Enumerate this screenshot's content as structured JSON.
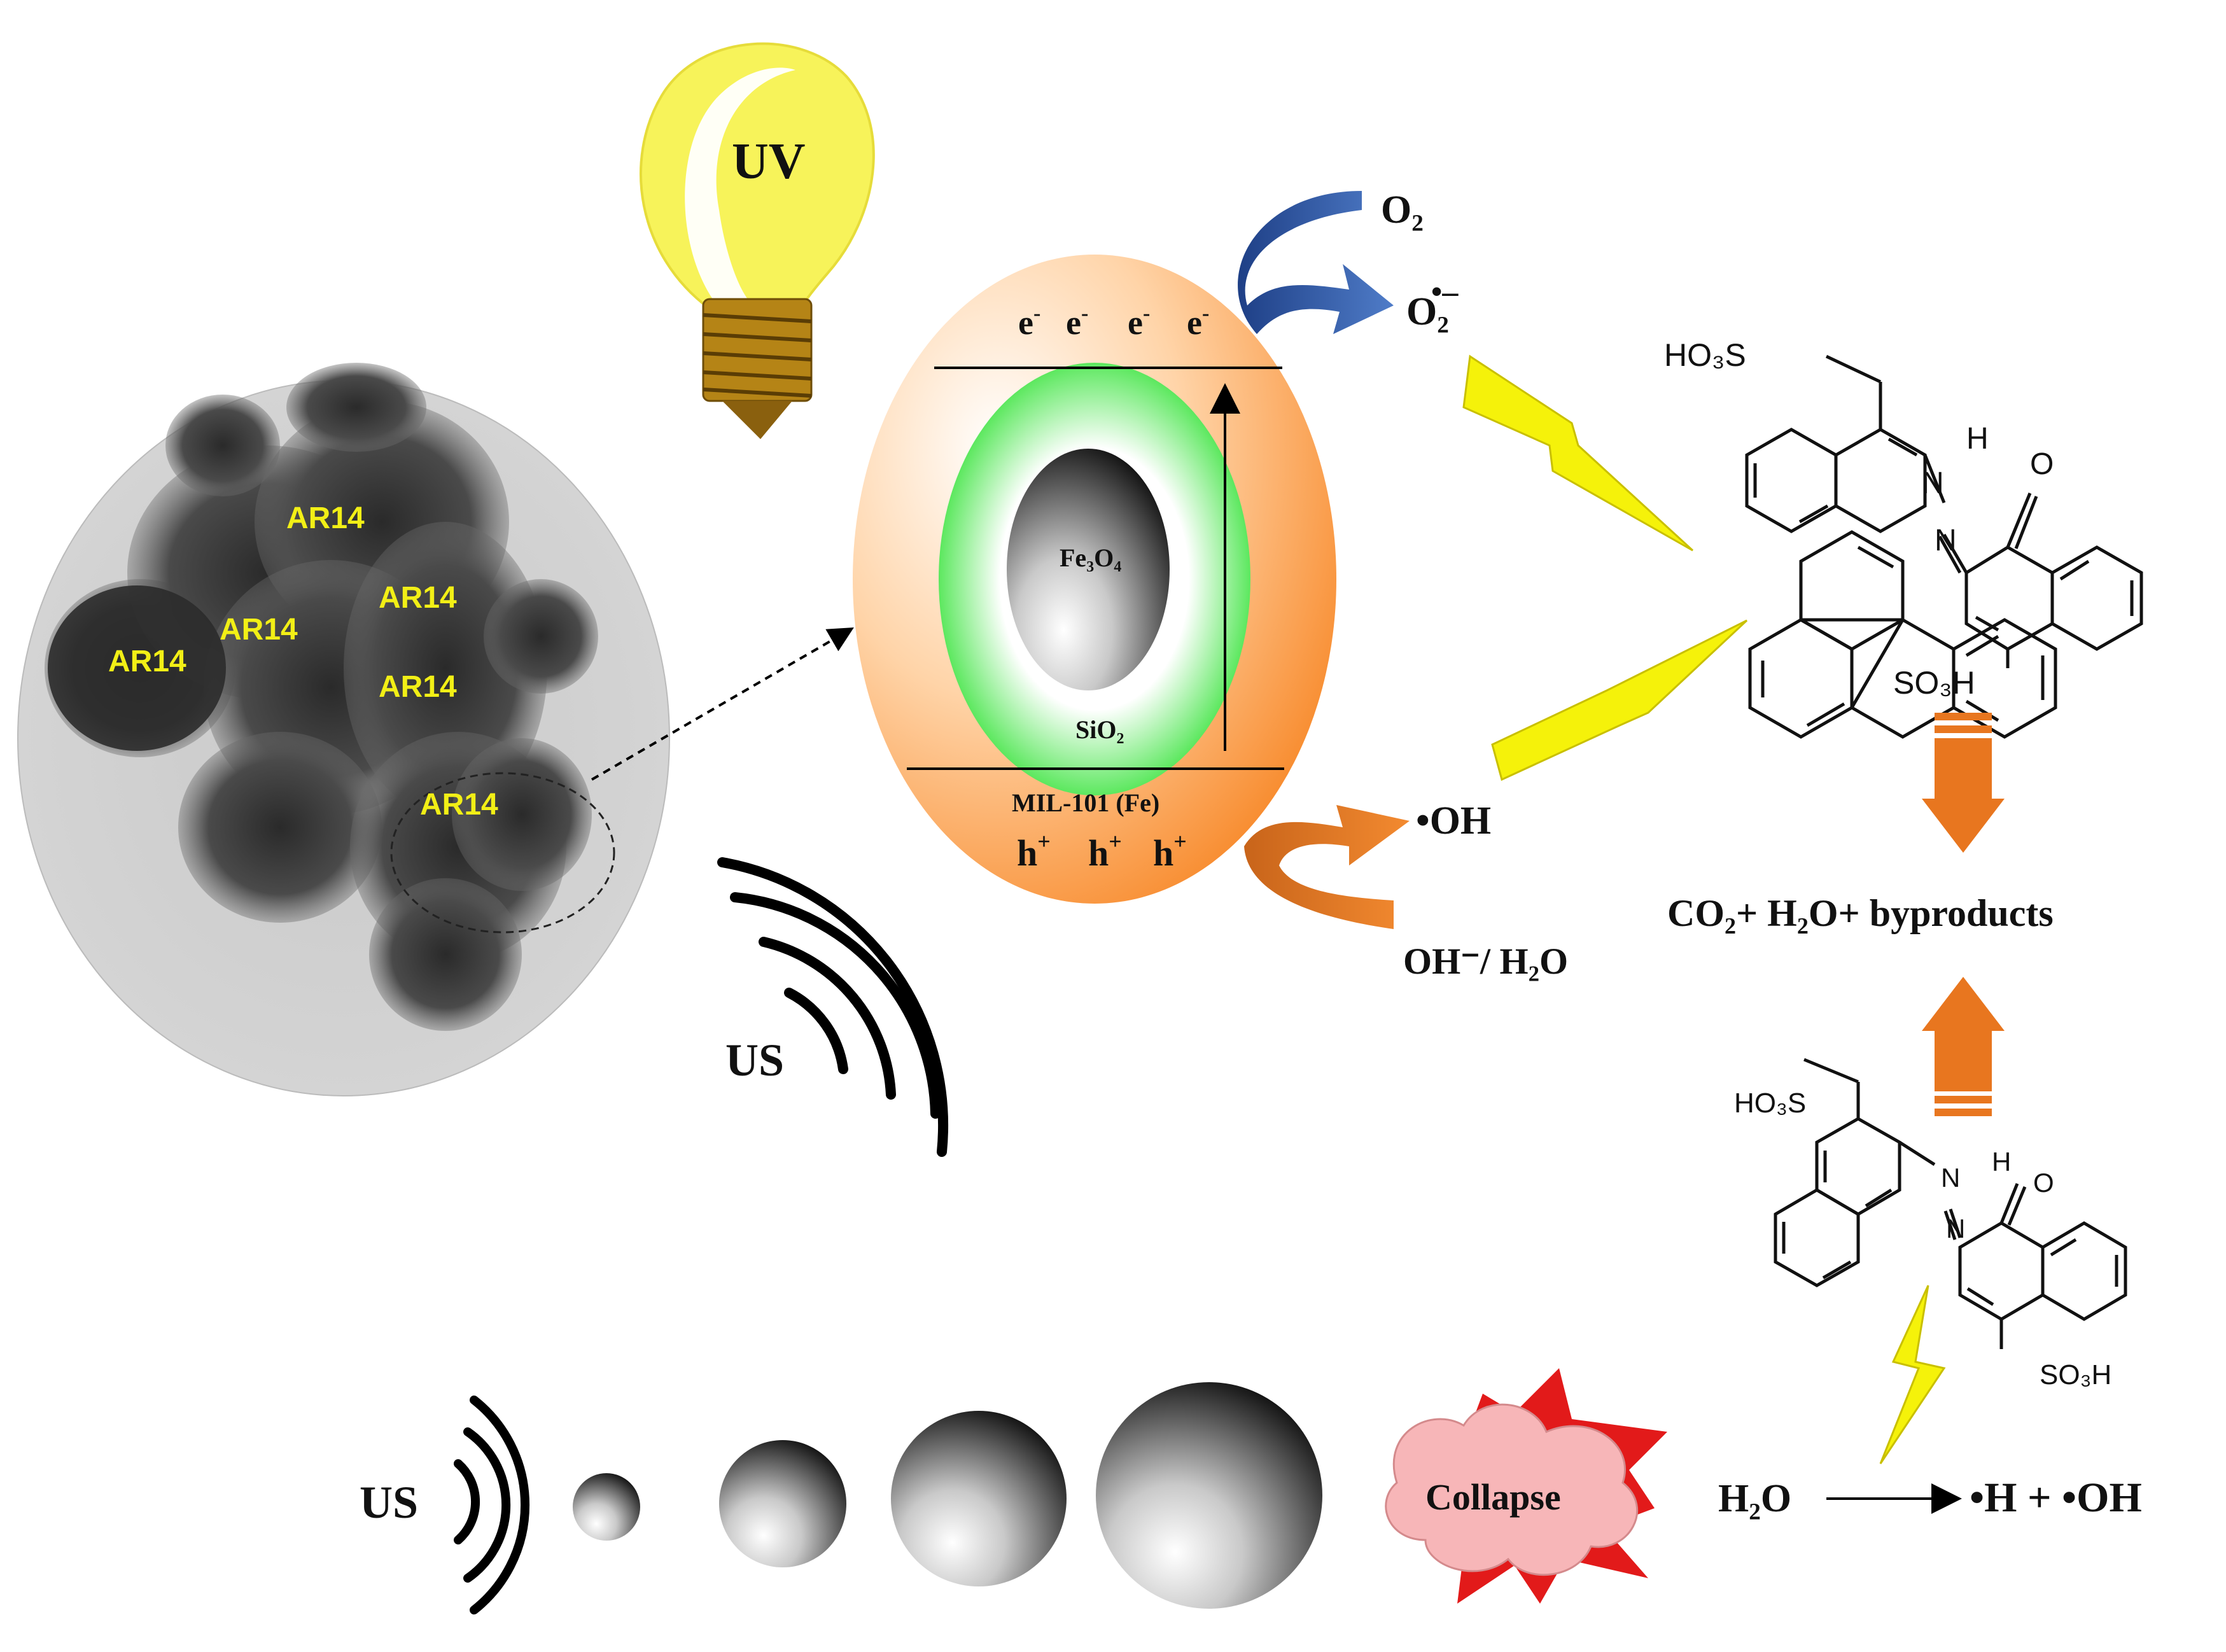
{
  "lamp": {
    "label": "UV"
  },
  "tem": {
    "labels": [
      "AR14",
      "AR14",
      "AR14",
      "AR14",
      "AR14",
      "AR14"
    ]
  },
  "particle": {
    "core": "Fe₃O₄",
    "shell": "SiO₂",
    "framework": "MIL-101 (Fe)",
    "electron": "e",
    "electron_sup": "-",
    "hole": "h",
    "hole_sup": "+"
  },
  "reactions": {
    "oxygen": "O₂",
    "superoxide": "O₂",
    "superoxide_mark": "•–",
    "hydroxyl": "•OH",
    "hydroxide_water": "OH⁻/ H₂O",
    "products": "CO₂+ H₂O+ byproducts"
  },
  "dye": {
    "hso3": "HO₃S",
    "so3h": "SO₃H",
    "n": "N",
    "h": "H",
    "o": "O"
  },
  "sono": {
    "us_top": "US",
    "us_bottom": "US",
    "collapse": "Collapse",
    "water": "H₂O",
    "radicals": "•H + •OH"
  },
  "colors": {
    "orange_shell": "#f7821e",
    "green_shell": "#33e236",
    "lamp_yellow": "#f7f35a",
    "lamp_base": "#a87b12",
    "arrow_blue": "#2a54a2",
    "arrow_orange": "#e8761f",
    "bolt_yellow": "#f5f20a",
    "label_yellow": "#f2ef16",
    "burst_red": "#e21a1a",
    "cloud_pink": "#f7b6b8"
  }
}
